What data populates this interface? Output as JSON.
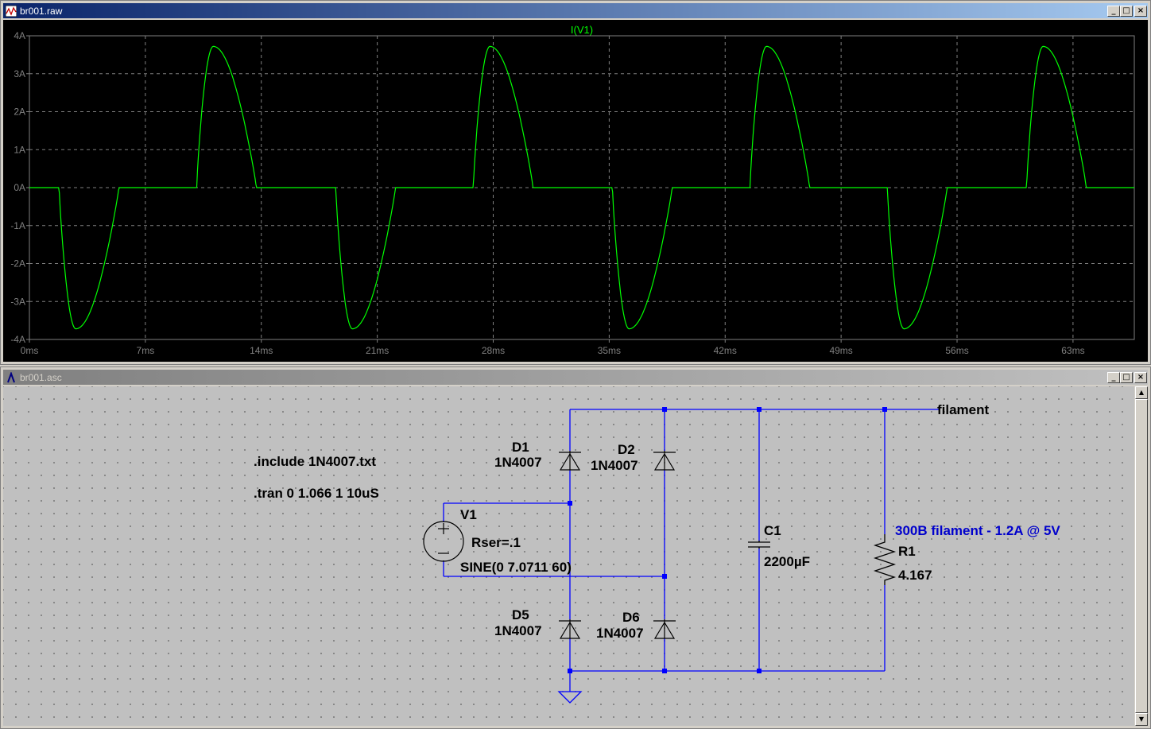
{
  "waveform_window": {
    "title": "br001.raw",
    "trace_label": "I(V1)",
    "trace_color": "#00ff00",
    "grid_color": "#808080"
  },
  "schematic_window": {
    "title": "br001.asc",
    "wire_color": "#0000ff",
    "directives": [
      ".include 1N4007.txt",
      ".tran 0 1.066 1 10uS"
    ],
    "net_label": "filament",
    "comment": "300B filament - 1.2A @ 5V",
    "source": {
      "name": "V1",
      "rser": "Rser=.1",
      "value": "SINE(0 7.0711 60)"
    },
    "diodes": [
      {
        "name": "D1",
        "model": "1N4007"
      },
      {
        "name": "D2",
        "model": "1N4007"
      },
      {
        "name": "D5",
        "model": "1N4007"
      },
      {
        "name": "D6",
        "model": "1N4007"
      }
    ],
    "capacitor": {
      "name": "C1",
      "value": "2200µF"
    },
    "resistor": {
      "name": "R1",
      "value": "4.167"
    }
  },
  "window_buttons": {
    "minimize": "_",
    "maximize": "□",
    "close": "×"
  },
  "chart_data": {
    "type": "line",
    "series": [
      {
        "name": "I(V1)"
      }
    ],
    "x_ticks": [
      "0ms",
      "7ms",
      "14ms",
      "21ms",
      "28ms",
      "35ms",
      "42ms",
      "49ms",
      "56ms",
      "63ms"
    ],
    "y_ticks": [
      "4A",
      "3A",
      "2A",
      "1A",
      "0A",
      "-1A",
      "-2A",
      "-3A",
      "-4A"
    ],
    "xlim": [
      0,
      66.7
    ],
    "ylim": [
      -4,
      4
    ],
    "grid": true,
    "period_ms": 16.6667,
    "pulses": [
      {
        "polarity": -1,
        "start_ms": 1.8,
        "peak_ms": 2.8,
        "end_ms": 5.4,
        "peak_a": -3.72
      },
      {
        "polarity": 1,
        "start_ms": 10.1,
        "peak_ms": 11.1,
        "end_ms": 13.7,
        "peak_a": 3.72
      },
      {
        "polarity": -1,
        "start_ms": 18.5,
        "peak_ms": 19.5,
        "end_ms": 22.1,
        "peak_a": -3.72
      },
      {
        "polarity": 1,
        "start_ms": 26.8,
        "peak_ms": 27.8,
        "end_ms": 30.4,
        "peak_a": 3.72
      },
      {
        "polarity": -1,
        "start_ms": 35.2,
        "peak_ms": 36.2,
        "end_ms": 38.8,
        "peak_a": -3.72
      },
      {
        "polarity": 1,
        "start_ms": 43.5,
        "peak_ms": 44.5,
        "end_ms": 47.1,
        "peak_a": 3.72
      },
      {
        "polarity": -1,
        "start_ms": 51.8,
        "peak_ms": 52.8,
        "end_ms": 55.4,
        "peak_a": -3.72
      },
      {
        "polarity": 1,
        "start_ms": 60.2,
        "peak_ms": 61.2,
        "end_ms": 63.8,
        "peak_a": 3.72
      }
    ]
  }
}
